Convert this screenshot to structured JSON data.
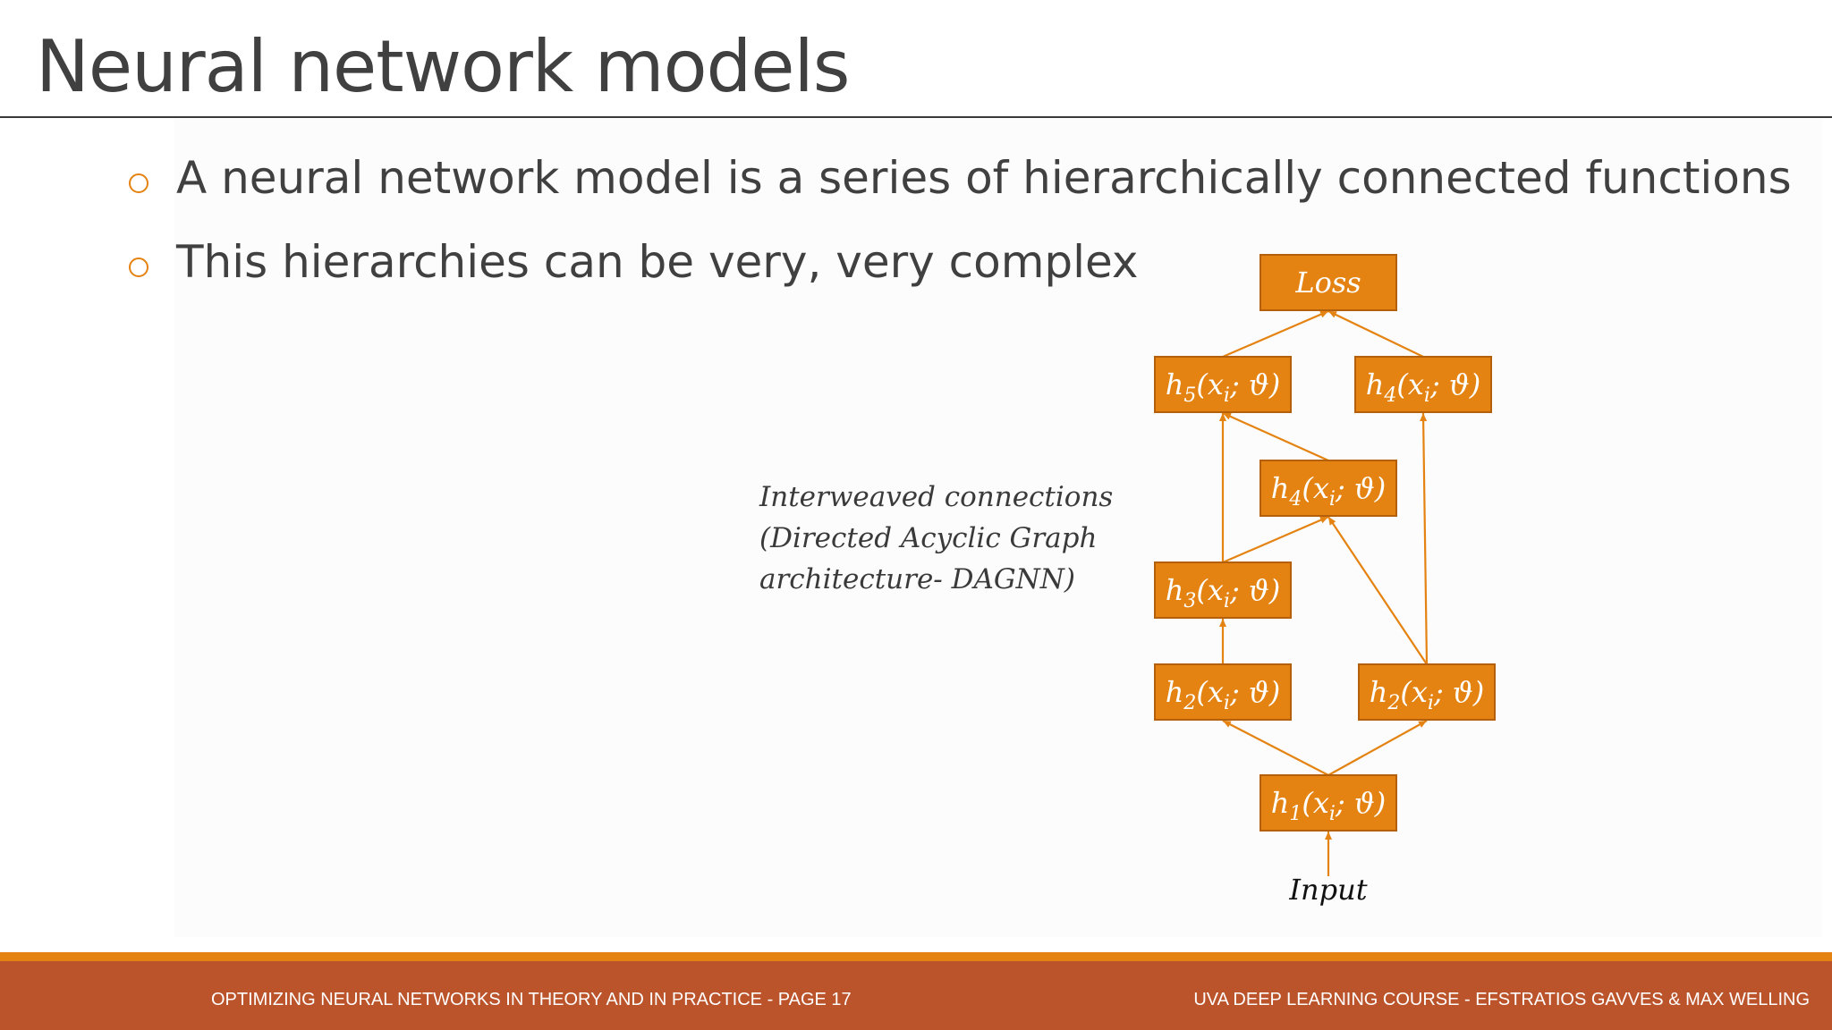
{
  "slide": {
    "title": "Neural network models",
    "bullets": [
      "A neural network model is a series of hierarchically connected functions",
      "This hierarchies can be very, very complex"
    ]
  },
  "annotation": {
    "lines": [
      "Interweaved connections",
      "(Directed Acyclic Graph",
      "architecture- DAGNN)"
    ]
  },
  "diagram": {
    "nodes": [
      {
        "id": "loss",
        "label": "Loss"
      },
      {
        "id": "h5",
        "base": "h",
        "sub": "5",
        "args": "(x",
        "argsub": "i",
        "rest": "; ϑ)"
      },
      {
        "id": "h4top",
        "base": "h",
        "sub": "4",
        "args": "(x",
        "argsub": "i",
        "rest": "; ϑ)"
      },
      {
        "id": "h4mid",
        "base": "h",
        "sub": "4",
        "args": "(x",
        "argsub": "i",
        "rest": "; ϑ)"
      },
      {
        "id": "h3",
        "base": "h",
        "sub": "3",
        "args": "(x",
        "argsub": "i",
        "rest": "; ϑ)"
      },
      {
        "id": "h2left",
        "base": "h",
        "sub": "2",
        "args": "(x",
        "argsub": "i",
        "rest": "; ϑ)"
      },
      {
        "id": "h2right",
        "base": "h",
        "sub": "2",
        "args": "(x",
        "argsub": "i",
        "rest": "; ϑ)"
      },
      {
        "id": "h1",
        "base": "h",
        "sub": "1",
        "args": "(x",
        "argsub": "i",
        "rest": "; ϑ)"
      }
    ],
    "input_label": "Input",
    "edges": [
      [
        "input",
        "h1"
      ],
      [
        "h1",
        "h2left"
      ],
      [
        "h1",
        "h2right"
      ],
      [
        "h2left",
        "h3"
      ],
      [
        "h3",
        "h5"
      ],
      [
        "h3",
        "h4mid"
      ],
      [
        "h2right",
        "h4mid"
      ],
      [
        "h2right",
        "h4top"
      ],
      [
        "h4mid",
        "h5"
      ],
      [
        "h5",
        "loss"
      ],
      [
        "h4top",
        "loss"
      ]
    ]
  },
  "footer": {
    "left": "OPTIMIZING NEURAL NETWORKS IN THEORY AND IN PRACTICE - PAGE 17",
    "right": "UVA DEEP LEARNING COURSE - EFSTRATIOS GAVVES  & MAX WELLING"
  },
  "colors": {
    "accent": "#e48312",
    "node_border": "#b45f0a",
    "footer_bar": "#bb532b",
    "title_text": "#404040"
  }
}
